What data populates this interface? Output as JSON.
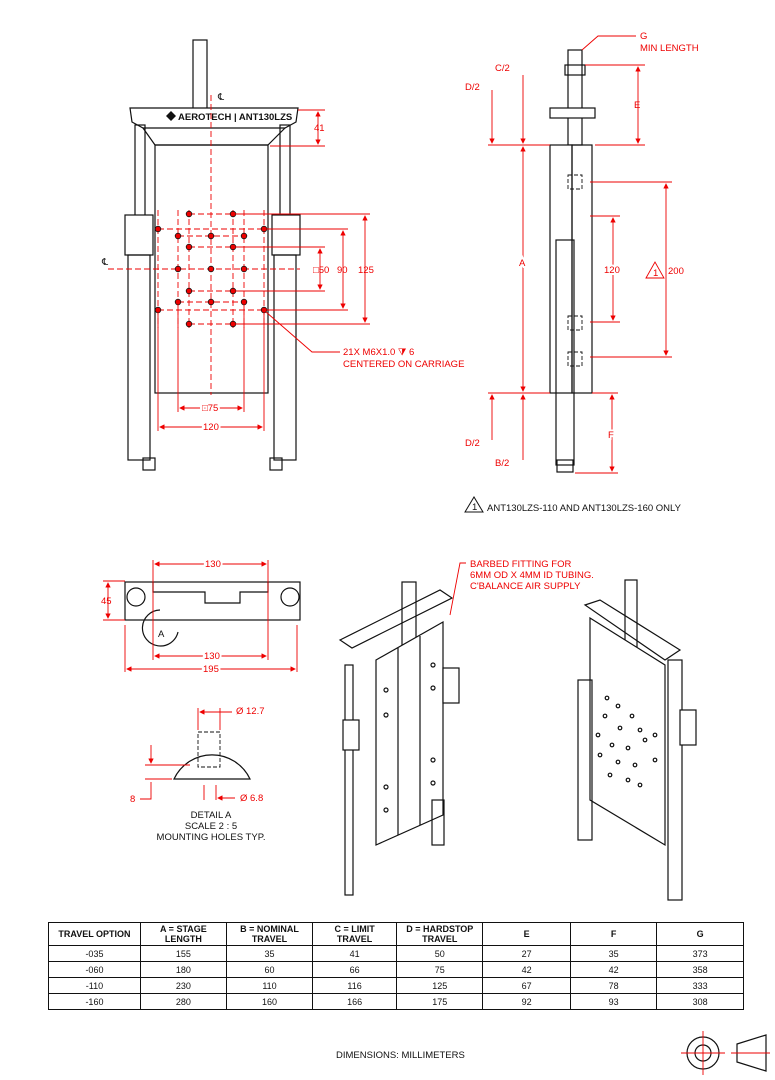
{
  "front_view": {
    "logo": "AEROTECH | ANT130LZS",
    "centerline_symbol": "℄",
    "dims": {
      "top": "41",
      "sq50": "□50",
      "d90": "90",
      "d125": "125",
      "sq75": "□75",
      "d120": "120"
    },
    "note_line1": "21X M6X1.0 ⧩ 6",
    "note_line2": "CENTERED ON CARRIAGE"
  },
  "side_view": {
    "g_label": "G",
    "g_sub": "MIN LENGTH",
    "c2": "C/2",
    "d2_top": "D/2",
    "e": "E",
    "a": "A",
    "d120": "120",
    "flag_num": "1",
    "d200": "200",
    "d2_bottom": "D/2",
    "b2": "B/2",
    "f": "F"
  },
  "flag_note": {
    "num": "1",
    "text": "ANT130LZS-110 AND ANT130LZS-160 ONLY"
  },
  "top_view": {
    "d130_top": "130",
    "d45": "45",
    "d130_bottom": "130",
    "d195": "195",
    "detail_callout": "A"
  },
  "detail_a": {
    "dia_top": "Ø 12.7",
    "dia_bottom": "Ø 6.8",
    "depth": "8",
    "title": "DETAIL A",
    "scale": "SCALE 2 : 5",
    "note": "MOUNTING HOLES TYP."
  },
  "iso_note": {
    "line1": "BARBED FITTING FOR",
    "line2": "6MM OD X 4MM ID TUBING.",
    "line3": "C'BALANCE AIR SUPPLY"
  },
  "table": {
    "headers": [
      [
        "TRAVEL OPTION"
      ],
      [
        "A = STAGE",
        "LENGTH"
      ],
      [
        "B = NOMINAL",
        "TRAVEL"
      ],
      [
        "C = LIMIT",
        "TRAVEL"
      ],
      [
        "D = HARDSTOP",
        "TRAVEL"
      ],
      [
        "E"
      ],
      [
        "F"
      ],
      [
        "G"
      ]
    ],
    "rows": [
      [
        "-035",
        "155",
        "35",
        "41",
        "50",
        "27",
        "35",
        "373"
      ],
      [
        "-060",
        "180",
        "60",
        "66",
        "75",
        "42",
        "42",
        "358"
      ],
      [
        "-110",
        "230",
        "110",
        "116",
        "125",
        "67",
        "78",
        "333"
      ],
      [
        "-160",
        "280",
        "160",
        "166",
        "175",
        "92",
        "93",
        "308"
      ]
    ]
  },
  "footer": {
    "units": "DIMENSIONS:  MILLIMETERS"
  },
  "colors": {
    "dimension": "#e00000",
    "outline": "#111111"
  }
}
